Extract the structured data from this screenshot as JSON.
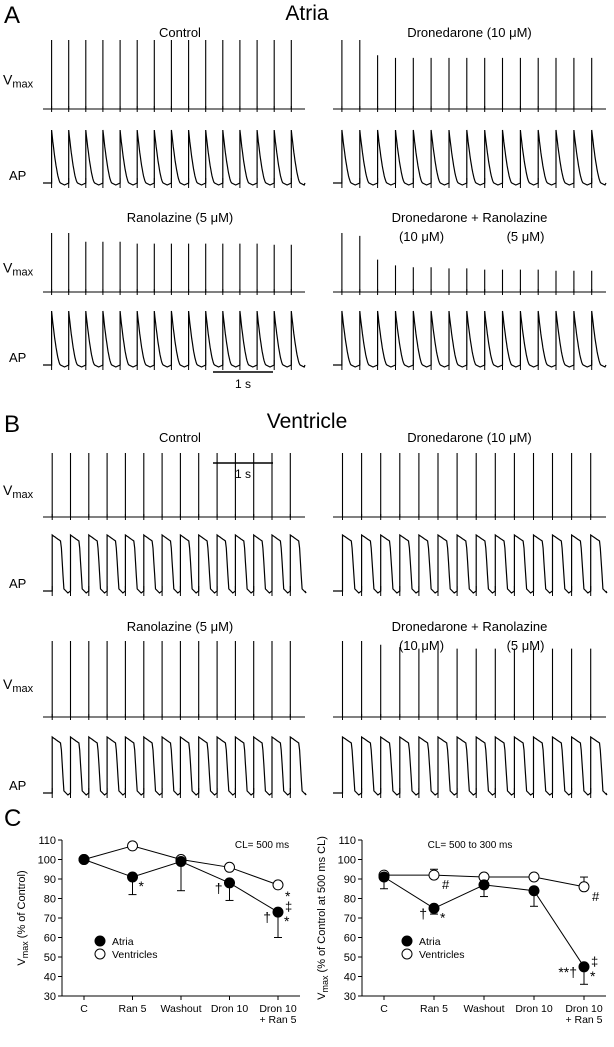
{
  "panels": {
    "A": {
      "letter": "A",
      "title": "Atria",
      "quads": [
        {
          "label": "Control",
          "sub1": "",
          "sub2": ""
        },
        {
          "label": "Dronedarone (10 μM)",
          "sub1": "",
          "sub2": ""
        },
        {
          "label": "Ranolazine    (5 μM)",
          "sub1": "",
          "sub2": ""
        },
        {
          "label": "Dronedarone + Ranolazine",
          "sub1": "(10 μM)",
          "sub2": "(5 μM)"
        }
      ]
    },
    "B": {
      "letter": "B",
      "title": "Ventricle",
      "quads": [
        {
          "label": "Control",
          "sub1": "",
          "sub2": ""
        },
        {
          "label": "Dronedarone (10 μM)",
          "sub1": "",
          "sub2": ""
        },
        {
          "label": "Ranolazine    (5 μM)",
          "sub1": "",
          "sub2": ""
        },
        {
          "label": "Dronedarone + Ranolazine",
          "sub1": "(10 μM)",
          "sub2": "(5 μM)"
        }
      ]
    },
    "C": {
      "letter": "C"
    }
  },
  "trace_labels": {
    "vmax_main": "V",
    "vmax_sub": "max",
    "ap": "AP"
  },
  "scalebar_label": "1 s",
  "traces": {
    "atria_vmax_rel": [
      [
        1,
        1,
        1,
        1,
        1,
        1,
        1,
        1,
        1,
        1,
        1,
        1,
        1,
        1,
        1
      ],
      [
        1,
        1,
        0.78,
        0.74,
        0.74,
        0.74,
        0.74,
        0.74,
        0.74,
        0.74,
        0.74,
        0.74,
        0.74,
        0.74,
        0.74
      ],
      [
        1,
        1,
        0.85,
        0.85,
        0.85,
        0.82,
        0.82,
        0.82,
        0.82,
        0.82,
        0.82,
        0.82,
        0.82,
        0.8,
        0.8
      ],
      [
        1,
        0.95,
        0.55,
        0.45,
        0.42,
        0.42,
        0.4,
        0.4,
        0.38,
        0.38,
        0.38,
        0.38,
        0.36,
        0.36,
        0.36
      ]
    ],
    "ventricle_vmax_rel": [
      [
        1,
        1,
        1,
        1,
        1,
        1,
        1,
        1,
        1,
        1,
        1,
        1,
        1,
        1
      ],
      [
        1,
        1,
        1,
        1,
        1,
        1,
        1,
        1,
        1,
        1,
        1,
        1,
        1,
        1
      ],
      [
        1,
        1,
        1,
        1,
        1,
        1,
        1,
        1,
        1,
        1,
        1,
        1,
        1,
        1
      ],
      [
        1,
        1,
        0.95,
        0.92,
        0.9,
        0.9,
        0.9,
        0.9,
        0.9,
        0.9,
        0.9,
        0.9,
        0.9,
        0.9
      ]
    ]
  },
  "chart_data": [
    {
      "type": "line",
      "title": "",
      "annotation": "CL= 500 ms",
      "ylabel_main": "V",
      "ylabel_sub": "max",
      "ylabel_rest": " (% of Control)",
      "categories": [
        "C",
        "Ran 5",
        "Washout",
        "Dron 10",
        "Dron 10\n+ Ran 5"
      ],
      "ylim": [
        30,
        110
      ],
      "yticks": [
        30,
        40,
        50,
        60,
        70,
        80,
        90,
        100,
        110
      ],
      "legend_position": "bottom-left",
      "series": [
        {
          "name": "Atria",
          "marker": "filled",
          "values": [
            100,
            91,
            99,
            88,
            73
          ],
          "error": [
            0,
            9,
            15,
            9,
            13
          ]
        },
        {
          "name": "Ventricles",
          "marker": "open",
          "values": [
            100,
            107,
            100,
            96,
            87
          ],
          "error": [
            0,
            0,
            0,
            0,
            0
          ]
        }
      ],
      "significance": [
        {
          "index": 1,
          "left": "",
          "right": "*"
        },
        {
          "index": 3,
          "left": "†",
          "right": ""
        },
        {
          "index": 4,
          "left": "†",
          "right": "*",
          "upper": "‡",
          "top": "*"
        }
      ]
    },
    {
      "type": "line",
      "title": "",
      "annotation": "CL= 500 to 300 ms",
      "ylabel_main": "V",
      "ylabel_sub": "max",
      "ylabel_rest": " (% of Control at 500 ms CL)",
      "categories": [
        "C",
        "Ran 5",
        "Washout",
        "Dron 10",
        "Dron 10\n+ Ran 5"
      ],
      "ylim": [
        30,
        110
      ],
      "yticks": [
        30,
        40,
        50,
        60,
        70,
        80,
        90,
        100,
        110
      ],
      "legend_position": "bottom-left",
      "series": [
        {
          "name": "Atria",
          "marker": "filled",
          "values": [
            91,
            75,
            87,
            84,
            45
          ],
          "error": [
            6,
            3,
            6,
            8,
            9
          ]
        },
        {
          "name": "Ventricles",
          "marker": "open",
          "values": [
            92,
            92,
            91,
            91,
            86
          ],
          "error": [
            0,
            3,
            0,
            0,
            5
          ]
        }
      ],
      "significance": [
        {
          "index": 1,
          "left": "†",
          "right": "*",
          "vright": "#"
        },
        {
          "index": 4,
          "left": "**†",
          "right": "*",
          "upper": "‡",
          "vright": "#"
        }
      ]
    }
  ]
}
